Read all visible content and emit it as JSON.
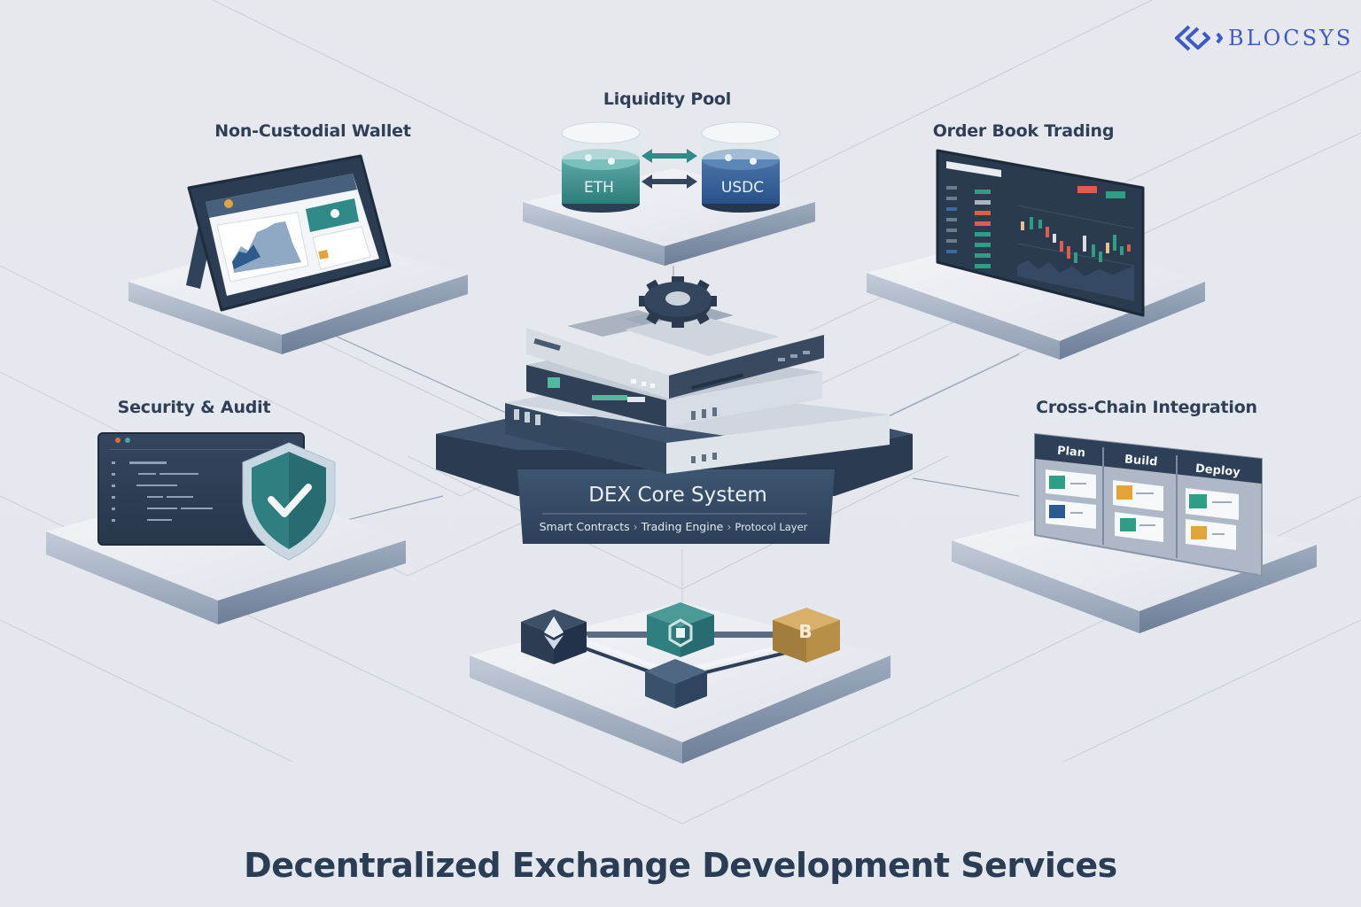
{
  "brand": {
    "name": "BLOCSYS",
    "color": "#3d5bc8",
    "icon": "interlocked-diamonds-icon"
  },
  "title": "Decentralized Exchange Development Services",
  "colors": {
    "background": "#e6e8ee",
    "navy": "#2e3f57",
    "teal": "#2f8a88",
    "blue": "#2d5a8e",
    "gold": "#c49a48",
    "platform_top": "#eef0f4",
    "platform_side": "#8a9ab0"
  },
  "core": {
    "title": "DEX Core System",
    "subtitle": [
      "Smart Contracts",
      "Trading Engine",
      "Protocol Layer"
    ],
    "separator": "›",
    "icon": "gear-icon"
  },
  "modules": [
    {
      "id": "wallet",
      "label": "Non-Custodial Wallet",
      "icon": "tablet-dashboard-icon"
    },
    {
      "id": "liquidity",
      "label": "Liquidity Pool",
      "icon": "token-pool-icon",
      "tokens": [
        "ETH",
        "USDC"
      ],
      "swap_icon": "bidirectional-arrows-icon"
    },
    {
      "id": "orderbook",
      "label": "Order Book Trading",
      "icon": "candlestick-chart-icon"
    },
    {
      "id": "security",
      "label": "Security & Audit",
      "icon": "shield-check-icon"
    },
    {
      "id": "crosschain",
      "label": "Cross-Chain Integration",
      "icon": "kanban-board-icon",
      "columns": [
        "Plan",
        "Build",
        "Deploy"
      ]
    },
    {
      "id": "bridge",
      "label": "",
      "icon": "blockchain-bridge-icon",
      "nodes": [
        "ethereum-icon",
        "bridge-lock-icon",
        "bitcoin-icon"
      ]
    }
  ]
}
